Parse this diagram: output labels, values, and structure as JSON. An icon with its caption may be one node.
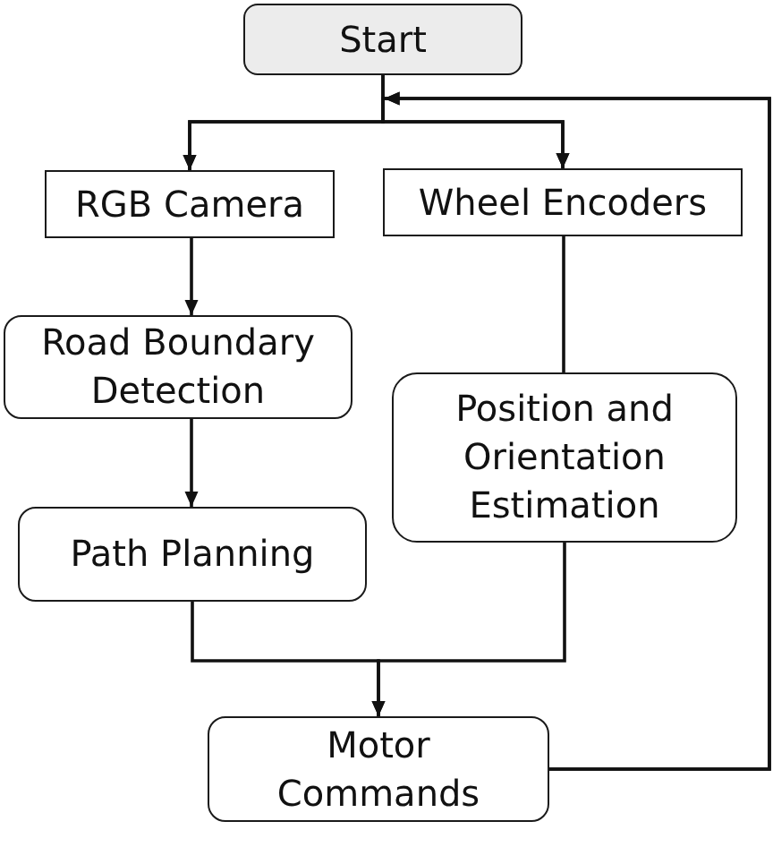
{
  "diagram": {
    "nodes": [
      {
        "text": [
          "Start"
        ]
      },
      {
        "text": [
          "RGB Camera"
        ]
      },
      {
        "text": [
          "Wheel Encoders"
        ]
      },
      {
        "text": [
          "Road Boundary Detection"
        ]
      },
      {
        "text": [
          "Position and Orientation Estimation"
        ]
      },
      {
        "text": [
          "Path Planning"
        ]
      },
      {
        "text": [
          "Motor Commands"
        ]
      }
    ],
    "edges": [
      {
        "from": 0,
        "to": 1,
        "arrow": "to"
      },
      {
        "from": 0,
        "to": 2,
        "arrow": "to"
      },
      {
        "from": 1,
        "to": 3,
        "arrow": "to"
      },
      {
        "from": 3,
        "to": 5,
        "arrow": "to"
      },
      {
        "from": 2,
        "to": 4,
        "arrow": "none"
      },
      {
        "from": 5,
        "to": 6,
        "arrow": "to"
      },
      {
        "from": 4,
        "to": 6,
        "arrow": "to"
      },
      {
        "from": 6,
        "to": 1,
        "arrow": "to"
      },
      {
        "from": 6,
        "to": 2,
        "arrow": "to"
      }
    ]
  }
}
